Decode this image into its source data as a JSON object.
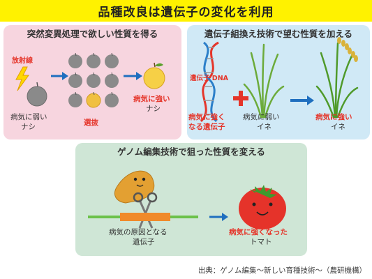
{
  "title": "品種改良は遺伝子の変化を利用",
  "panel1": {
    "title": "突然変異処理で欲しい性質を得る",
    "radiation": "放射線",
    "weak_l1": "病気に弱い",
    "weak_l2": "ナシ",
    "selection": "選抜",
    "strong_l1": "病気に強い",
    "strong_l2": "ナシ"
  },
  "panel2": {
    "title": "遺伝子組換え技術で望む性質を加える",
    "dna": "遺伝子 DNA",
    "gene_l1": "病気に強く",
    "gene_l2": "なる遺伝子",
    "weak_l1": "病気に弱い",
    "weak_l2": "イネ",
    "strong_l1": "病気に強い",
    "strong_l2": "イネ"
  },
  "panel3": {
    "title": "ゲノム編集技術で狙った性質を変える",
    "cause_l1": "病気の原因となる",
    "cause_l2": "遺伝子",
    "result_l1": "病気に強くなった",
    "result_l2": "トマト"
  },
  "source": "出典：ゲノム編集～新しい育種技術～（農研機構）",
  "colors": {
    "title_bg": "#fff200",
    "panel1_bg": "#f7d5df",
    "panel2_bg": "#d0e9f6",
    "panel3_bg": "#cfe6d6",
    "label_red": "#e5352a",
    "arrow_blue": "#1f6fbf"
  }
}
